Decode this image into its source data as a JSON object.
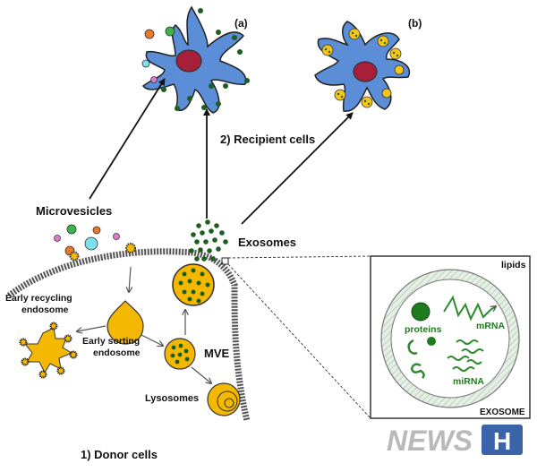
{
  "labels": {
    "panel_a": "(a)",
    "panel_b": "(b)",
    "recipient": "2)  Recipient cells",
    "microvesicles": "Microvesicles",
    "exosomes": "Exosomes",
    "early_recycling_1": "Early recycling",
    "early_recycling_2": "endosome",
    "early_sorting_1": "Early sorting",
    "early_sorting_2": "endosome",
    "mve": "MVE",
    "lysosomes": "Lysosomes",
    "donor": "1)  Donor cells"
  },
  "inset": {
    "lipids": "lipids",
    "proteins": "proteins",
    "mrna": "mRNA",
    "mirna": "miRNA",
    "exosome": "EXOSOME"
  },
  "watermark": "NEWS H",
  "colors": {
    "cell_blue": "#5b8ed6",
    "nucleus_red": "#a81f3a",
    "exosome_green": "#1b5e20",
    "endosome_yellow": "#f5b800",
    "membrane_gray": "#444444",
    "inset_green": "#2e8b2e"
  }
}
